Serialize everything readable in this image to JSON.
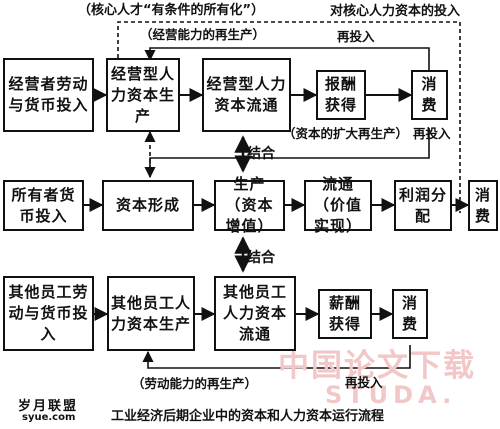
{
  "top_note": "（核心人才“有条件的所有化”）",
  "top_right_note": "对核心人力资本的投入",
  "row1": {
    "b1": "经营者劳动与货币投入",
    "b2": "经营型人力资本生产",
    "b3": "经营型人力资本流通",
    "b4": "报酬获得",
    "b5": "消费",
    "reproduction": "（经营能力的再生产）",
    "reinvest_top": "再投入",
    "expanded": "（资本的扩大再生产）",
    "reinvest_mid": "再投入"
  },
  "row2": {
    "b1": "所有者货币投入",
    "b2": "资本形成",
    "b3": "生产（资本增值）",
    "b4": "流通（价值实现）",
    "b5": "利润分配",
    "b6": "消费"
  },
  "row3": {
    "b1": "其他员工劳动与货币投入",
    "b2": "其他员工人力资本生产",
    "b3": "其他员工人力资本流通",
    "b4": "薪酬获得",
    "b5": "消费",
    "reproduction": "（劳动能力的再生产）",
    "reinvest": "再投入"
  },
  "combine1": "结合",
  "combine2": "结合",
  "watermark": "中国论文下载",
  "watermark2": "STUDA.",
  "footer_logo": "岁月联盟",
  "footer_domain": "syue.com",
  "caption": "工业经济后期企业中的资本和人力资本运行流程"
}
